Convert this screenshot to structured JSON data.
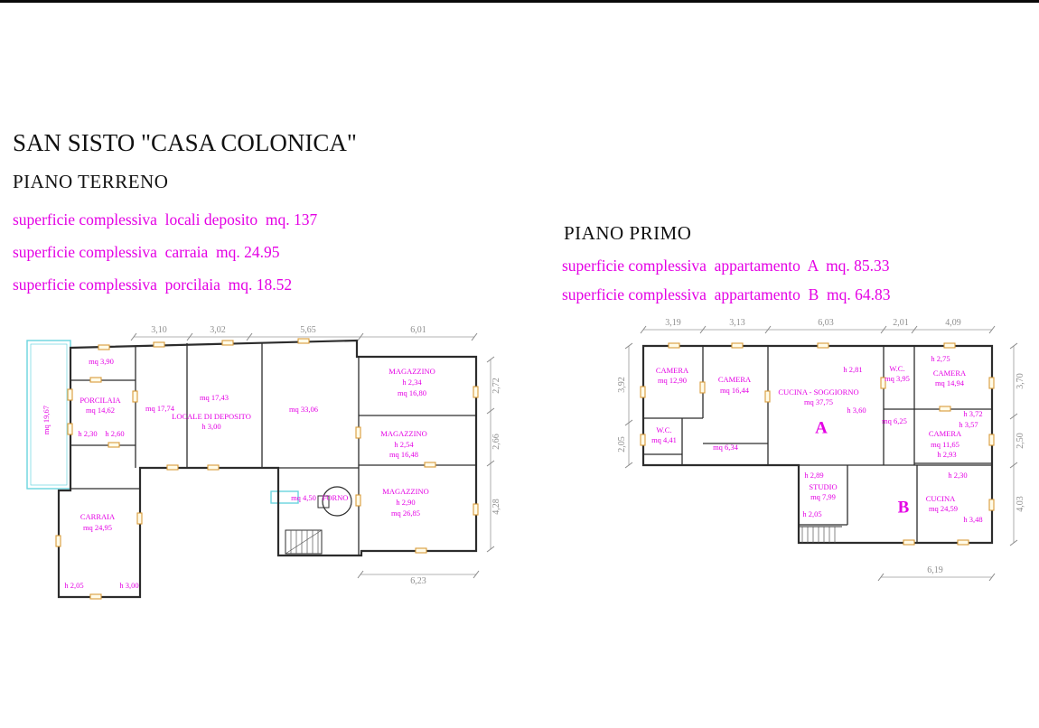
{
  "page": {
    "title": "SAN SISTO \"CASA COLONICA\"",
    "subtitle_terreno": "PIANO TERRENO",
    "subtitle_primo": "PIANO PRIMO"
  },
  "summary_terreno": {
    "line1": "superficie complessiva  locali deposito  mq. 137",
    "line2": "superficie complessiva  carraia  mq. 24.95",
    "line3": "superficie complessiva  porcilaia  mq. 18.52"
  },
  "summary_primo": {
    "line1": "superficie complessiva  appartamento  A  mq. 85.33",
    "line2": "superficie complessiva  appartamento  B  mq. 64.83"
  },
  "terreno": {
    "dims": {
      "top1": "3,10",
      "top2": "3,02",
      "top3": "5,65",
      "top4": "6,01",
      "right1": "2,72",
      "right2": "2,66",
      "right3": "4,28",
      "bottom1": "6,23"
    },
    "labels": {
      "room1_mq": "mq 3,90",
      "porcilaia": "PORCILAIA",
      "porcilaia_mq": "mq 14,62",
      "porcilaia_h1": "h 2,30",
      "porcilaia_h2": "h 2,60",
      "left_mq": "mq 19,67",
      "room2_mq": "mq 17,74",
      "deposito_mq": "mq 17,43",
      "deposito": "LOCALE DI DEPOSITO",
      "deposito_h": "h 3,00",
      "room3_mq": "mq 33,06",
      "mag1": "MAGAZZINO",
      "mag1_h": "h 2,34",
      "mag1_mq": "mq 16,80",
      "mag2": "MAGAZZINO",
      "mag2_h": "h 2,54",
      "mag2_mq": "mq 16,48",
      "mag3": "MAGAZZINO",
      "mag3_h": "h 2,90",
      "mag3_mq": "mq 26,85",
      "forno_mq": "mq 4,50",
      "forno": "FORNO",
      "carraia": "CARRAIA",
      "carraia_mq": "mq 24,95",
      "carraia_h1": "h 2,05",
      "carraia_h2": "h 3,00"
    }
  },
  "primo": {
    "dims": {
      "top1": "3,19",
      "top2": "3,13",
      "top3": "6,03",
      "top4": "2,01",
      "top5": "4,09",
      "left1": "3,92",
      "left2": "2,05",
      "right1": "3,70",
      "right2": "2,50",
      "right3": "4,03",
      "bottom1": "6,19"
    },
    "labels": {
      "camera1": "CAMERA",
      "camera1_mq": "mq 12,90",
      "camera2": "CAMERA",
      "camera2_mq": "mq 16,44",
      "cucsog_h1": "h 2,81",
      "cucsog": "CUCINA - SOGGIORNO",
      "cucsog_mq": "mq 37,75",
      "cucsog_h2": "h 3,60",
      "apt_a": "A",
      "wc1": "W.C.",
      "wc1_mq": "mq 3,95",
      "wc1_h": "h 2,75",
      "camera3": "CAMERA",
      "camera3_mq": "mq 14,94",
      "camera3_h": "h 3,72",
      "corr_mq": "mq 6,25",
      "camera4": "CAMERA",
      "camera4_mq": "mq 11,65",
      "camera4_h1": "h 3,57",
      "camera4_h2": "h 2,93",
      "wc2": "W.C.",
      "wc2_mq": "mq 4,41",
      "hall_mq": "mq 6,34",
      "studio_h1": "h 2,89",
      "studio": "STUDIO",
      "studio_mq": "mq 7,99",
      "studio_h2": "h 2,05",
      "apt_b": "B",
      "cucina_h1": "h 2,30",
      "cucina": "CUCINA",
      "cucina_mq": "mq 24,59",
      "cucina_h2": "h 3,48"
    }
  }
}
